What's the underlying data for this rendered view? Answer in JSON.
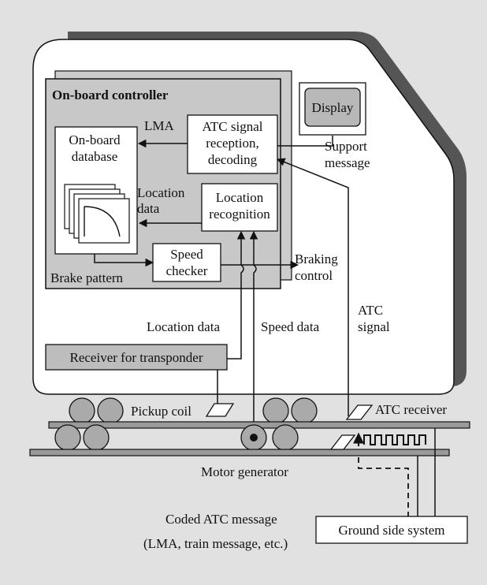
{
  "controller": {
    "title": "On-board controller"
  },
  "display": {
    "label": "Display"
  },
  "support_message": {
    "line1": "Support",
    "line2": "message"
  },
  "atc_box": {
    "line1": "ATC signal",
    "line2": "reception,",
    "line3": "decoding"
  },
  "lma_label": "LMA",
  "database": {
    "line1": "On-board",
    "line2": "database"
  },
  "location_data_inner": {
    "line1": "Location",
    "line2": "data"
  },
  "location_recognition": {
    "line1": "Location",
    "line2": "recognition"
  },
  "speed_checker": {
    "line1": "Speed",
    "line2": "checker"
  },
  "brake_pattern": "Brake pattern",
  "braking_control": {
    "line1": "Braking",
    "line2": "control"
  },
  "location_data_outer": "Location data",
  "speed_data": "Speed data",
  "atc_signal": {
    "line1": "ATC",
    "line2": "signal"
  },
  "receiver_transponder": "Receiver for transponder",
  "pickup_coil": "Pickup coil",
  "atc_receiver": "ATC receiver",
  "motor_generator": "Motor generator",
  "coded_message": {
    "line1": "Coded ATC message",
    "line2": "(LMA, train message, etc.)"
  },
  "ground_side": "Ground side system",
  "colors": {
    "background": "#e1e1e1",
    "box_gray": "#bdbdbd",
    "car_shadow": "#555555",
    "line": "#111111"
  }
}
